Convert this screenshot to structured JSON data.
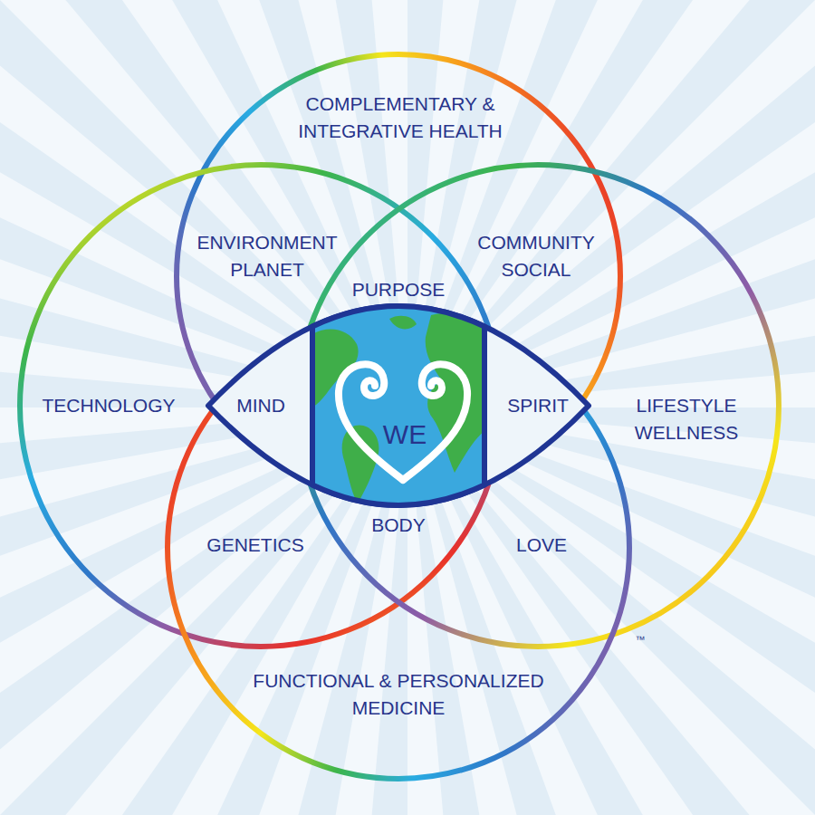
{
  "diagram": {
    "nodes": [
      {
        "text": [
          "COMPLEMENTARY & INTEGRATIVE HEALTH"
        ]
      },
      {
        "text": [
          "TECHNOLOGY"
        ]
      },
      {
        "text": [
          "LIFESTYLE WELLNESS"
        ]
      },
      {
        "text": [
          "FUNCTIONAL & PERSONALIZED MEDICINE"
        ]
      },
      {
        "text": [
          "MIND",
          "SPIRIT"
        ]
      },
      {
        "text": [
          "WE"
        ],
        "in": 4
      }
    ],
    "labels": [
      "ENVIRONMENT PLANET",
      "COMMUNITY SOCIAL",
      "PURPOSE",
      "GENETICS",
      "BODY",
      "LOVE",
      "™"
    ]
  }
}
